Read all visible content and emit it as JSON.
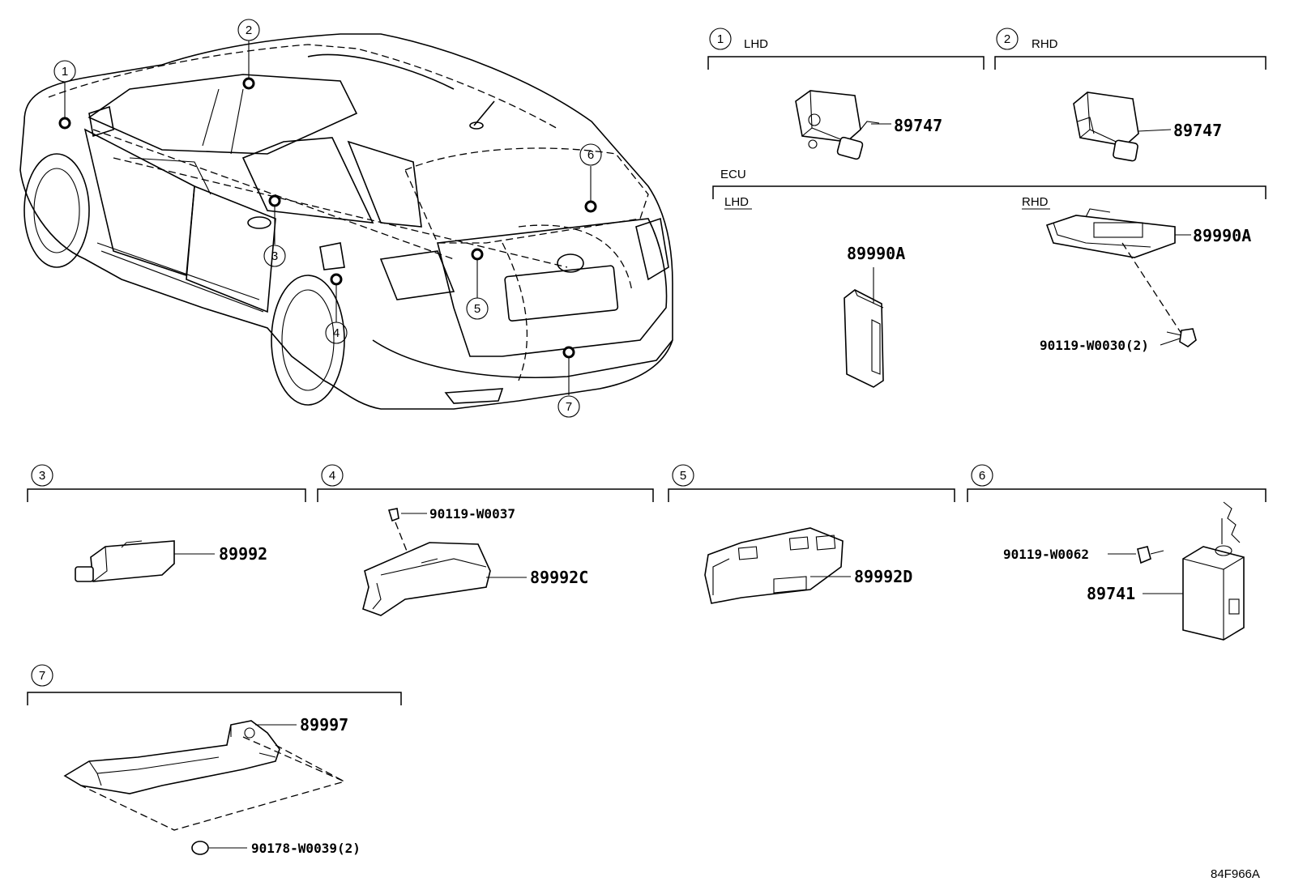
{
  "callouts": [
    "1",
    "2",
    "3",
    "4",
    "5",
    "6",
    "7"
  ],
  "sections": {
    "s1": {
      "num": "1",
      "label": "LHD",
      "part": "89747"
    },
    "s2": {
      "num": "2",
      "label": "RHD",
      "part": "89747"
    },
    "ecu": {
      "label": "ECU",
      "lhd": "LHD",
      "rhd": "RHD",
      "part_lhd": "89990A",
      "part_rhd": "89990A",
      "bolt": "90119-W0030(2)"
    },
    "s3": {
      "num": "3",
      "part": "89992"
    },
    "s4": {
      "num": "4",
      "part": "89992C",
      "bolt": "90119-W0037"
    },
    "s5": {
      "num": "5",
      "part": "89992D"
    },
    "s6": {
      "num": "6",
      "part": "89741",
      "bolt": "90119-W0062"
    },
    "s7": {
      "num": "7",
      "part": "89997",
      "clip": "90178-W0039(2)"
    }
  },
  "reference": "84F966A"
}
